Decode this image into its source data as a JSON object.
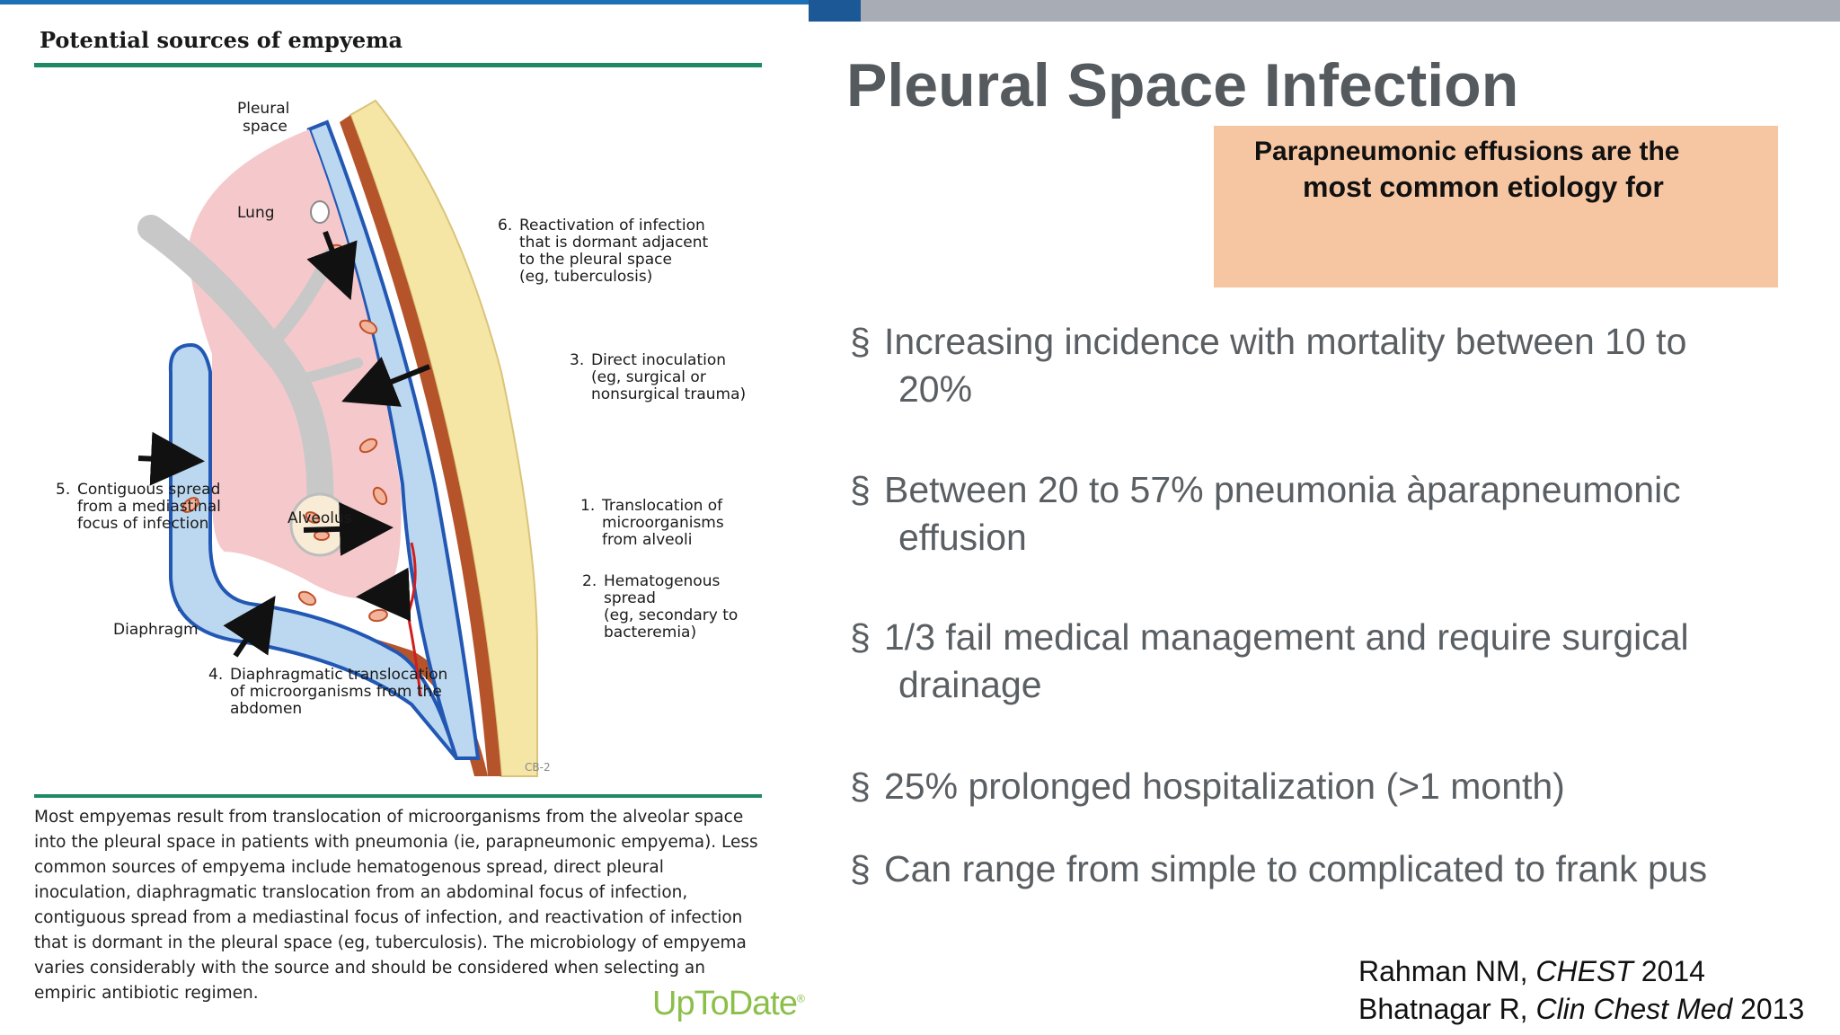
{
  "colors": {
    "accent_blue": "#1b6fb5",
    "bar_gray": "#a8adb5",
    "rule_green": "#1e8a64",
    "callout_bg": "#f6c6a2",
    "uptodate_green": "#8bbf4a"
  },
  "figure": {
    "title": "Potential sources of empyema",
    "labels": {
      "pleural_space": [
        "Pleural",
        "space"
      ],
      "lung": "Lung",
      "alveolus": "Alveolus",
      "diaphragm": "Diaphragm",
      "artist_mark": "CB-2"
    },
    "sources": [
      {
        "num": "1.",
        "lines": [
          "Translocation of",
          "microorganisms",
          "from alveoli"
        ]
      },
      {
        "num": "2.",
        "lines": [
          "Hematogenous",
          "spread",
          "(eg, secondary to",
          "bacteremia)"
        ]
      },
      {
        "num": "3.",
        "lines": [
          "Direct inoculation",
          "(eg, surgical or",
          "nonsurgical trauma)"
        ]
      },
      {
        "num": "4.",
        "lines": [
          "Diaphragmatic translocation",
          "of microorganisms from the",
          "abdomen"
        ]
      },
      {
        "num": "5.",
        "lines": [
          "Contiguous spread",
          "from a mediastinal",
          "focus of infection"
        ]
      },
      {
        "num": "6.",
        "lines": [
          "Reactivation of infection",
          "that is dormant adjacent",
          "to the pleural space",
          "(eg, tuberculosis)"
        ]
      }
    ],
    "caption": "Most empyemas result from translocation of microorganisms from the alveolar space into the pleural space in patients with pneumonia (ie, parapneumonic empyema). Less common sources of empyema include hematogenous spread, direct pleural inoculation, diaphragmatic translocation from an abdominal focus of infection, contiguous spread from a mediastinal focus of infection, and reactivation of infection that is dormant in the pleural space (eg, tuberculosis). The microbiology of empyema varies considerably with the source and should be considered when selecting an empiric antibiotic regimen.",
    "brand": "UpToDate",
    "brand_tm": "®"
  },
  "slide": {
    "title": "Pleural Space Infection",
    "callout": {
      "line1": "Parapneumonic effusions are the",
      "line2": "most common etiology for"
    },
    "bullet_marker": "§",
    "bullets": [
      {
        "line1": "Increasing incidence with mortality between 10 to",
        "line2": "20%"
      },
      {
        "line1": "Between 20 to 57% pneumonia àparapneumonic",
        "line2": "effusion"
      },
      {
        "line1": "1/3 fail medical management and require surgical",
        "line2": "drainage"
      },
      {
        "line1": "25% prolonged hospitalization (>1 month)",
        "line2": ""
      },
      {
        "line1": "Can range from simple to complicated to frank pus",
        "line2": ""
      }
    ],
    "references": [
      {
        "author": "Rahman NM,",
        "journal": "CHEST",
        "year": "2014"
      },
      {
        "author": "Bhatnagar R,",
        "journal": "Clin Chest Med",
        "year": "2013"
      }
    ]
  }
}
